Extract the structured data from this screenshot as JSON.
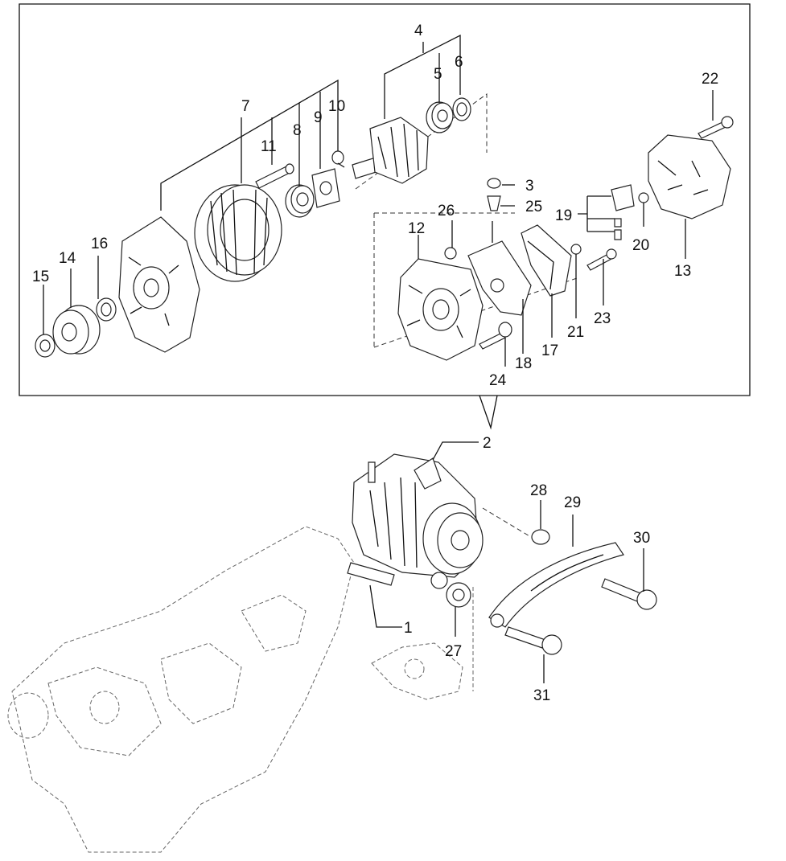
{
  "callouts": [
    {
      "id": "c1",
      "text": "1"
    },
    {
      "id": "c2",
      "text": "2"
    },
    {
      "id": "c3",
      "text": "3"
    },
    {
      "id": "c4",
      "text": "4"
    },
    {
      "id": "c5",
      "text": "5"
    },
    {
      "id": "c6",
      "text": "6"
    },
    {
      "id": "c7",
      "text": "7"
    },
    {
      "id": "c8",
      "text": "8"
    },
    {
      "id": "c9",
      "text": "9"
    },
    {
      "id": "c10",
      "text": "10"
    },
    {
      "id": "c11",
      "text": "11"
    },
    {
      "id": "c12",
      "text": "12"
    },
    {
      "id": "c13",
      "text": "13"
    },
    {
      "id": "c14",
      "text": "14"
    },
    {
      "id": "c15",
      "text": "15"
    },
    {
      "id": "c16",
      "text": "16"
    },
    {
      "id": "c17",
      "text": "17"
    },
    {
      "id": "c18",
      "text": "18"
    },
    {
      "id": "c19",
      "text": "19"
    },
    {
      "id": "c20",
      "text": "20"
    },
    {
      "id": "c21",
      "text": "21"
    },
    {
      "id": "c22",
      "text": "22"
    },
    {
      "id": "c23",
      "text": "23"
    },
    {
      "id": "c24",
      "text": "24"
    },
    {
      "id": "c25",
      "text": "25"
    },
    {
      "id": "c26",
      "text": "26"
    },
    {
      "id": "c27",
      "text": "27"
    },
    {
      "id": "c28",
      "text": "28"
    },
    {
      "id": "c29",
      "text": "29"
    },
    {
      "id": "c30",
      "text": "30"
    },
    {
      "id": "c31",
      "text": "31"
    }
  ],
  "colors": {
    "ink": "#111111",
    "background": "#ffffff",
    "ghost": "#666666"
  }
}
